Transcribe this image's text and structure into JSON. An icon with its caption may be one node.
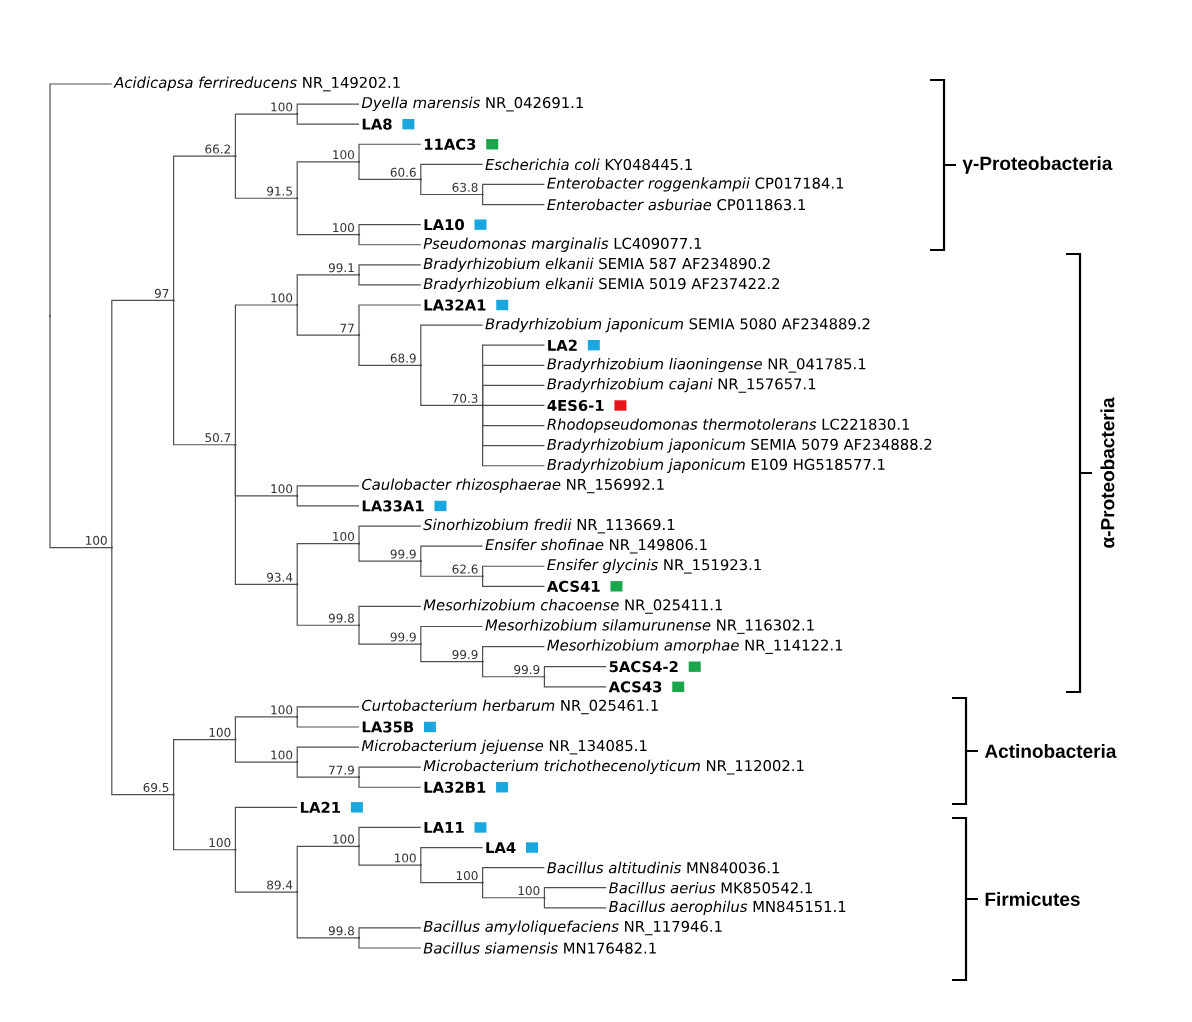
{
  "diagram": {
    "nodes": [
      {
        "text": [],
        "shape": "point"
      },
      {
        "text": [
          "*Acidicapsa ferrireducens* NR_149202.1"
        ]
      },
      {
        "text": [],
        "shape": "point",
        "beside": [
          "100"
        ]
      },
      {
        "text": [],
        "shape": "point",
        "beside": [
          "97"
        ]
      },
      {
        "text": [],
        "shape": "point",
        "beside": [
          "66.2"
        ]
      },
      {
        "text": [],
        "shape": "point",
        "beside": [
          "100"
        ]
      },
      {
        "text": [
          "*Dyella marensis* NR_042691.1"
        ]
      },
      {
        "text": [
          "LA8"
        ]
      },
      {
        "text": [],
        "shape": "point",
        "beside": [
          "91.5"
        ]
      },
      {
        "text": [],
        "shape": "point",
        "beside": [
          "100"
        ]
      },
      {
        "text": [
          "11AC3"
        ]
      },
      {
        "text": [],
        "shape": "point",
        "beside": [
          "60.6"
        ]
      },
      {
        "text": [
          "*Escherichia coli* KY048445.1"
        ]
      },
      {
        "text": [],
        "shape": "point",
        "beside": [
          "63.8"
        ]
      },
      {
        "text": [
          "*Enterobacter roggenkampii* CP017184.1"
        ]
      },
      {
        "text": [
          "*Enterobacter asburiae* CP011863.1"
        ]
      },
      {
        "text": [],
        "shape": "point",
        "beside": [
          "100"
        ]
      },
      {
        "text": [
          "LA10"
        ]
      },
      {
        "text": [
          "*Pseudomonas marginalis* LC409077.1"
        ]
      },
      {
        "text": [],
        "shape": "point",
        "beside": [
          "50.7"
        ]
      },
      {
        "text": [],
        "shape": "point",
        "beside": [
          "100"
        ]
      },
      {
        "text": [],
        "shape": "point",
        "beside": [
          "99.1"
        ]
      },
      {
        "text": [
          "*Bradyrhizobium elkanii* SEMIA 587 AF234890.2"
        ]
      },
      {
        "text": [
          "*Bradyrhizobium elkanii* SEMIA 5019 AF237422.2"
        ]
      },
      {
        "text": [],
        "shape": "point",
        "beside": [
          "77"
        ]
      },
      {
        "text": [
          "LA32A1"
        ]
      },
      {
        "text": [],
        "shape": "point",
        "beside": [
          "68.9"
        ]
      },
      {
        "text": [
          "*Bradyrhizobium japonicum* SEMIA 5080 AF234889.2"
        ]
      },
      {
        "text": [],
        "shape": "point",
        "beside": [
          "70.3"
        ]
      },
      {
        "text": [
          "LA2"
        ]
      },
      {
        "text": [
          "*Bradyrhizobium liaoningense* NR_041785.1"
        ]
      },
      {
        "text": [
          "*Bradyrhizobium cajani* NR_157657.1"
        ]
      },
      {
        "text": [
          "4ES6-1"
        ]
      },
      {
        "text": [
          "*Rhodopseudomonas thermotolerans* LC221830.1"
        ]
      },
      {
        "text": [
          "*Bradyrhizobium japonicum* SEMIA 5079 AF234888.2"
        ]
      },
      {
        "text": [
          "*Bradyrhizobium japonicum* E109 HG518577.1"
        ]
      },
      {
        "text": [],
        "shape": "point",
        "beside": [
          "100"
        ]
      },
      {
        "text": [
          "*Caulobacter rhizosphaerae* NR_156992.1"
        ]
      },
      {
        "text": [
          "LA33A1"
        ]
      },
      {
        "text": [],
        "shape": "point",
        "beside": [
          "93.4"
        ]
      },
      {
        "text": [],
        "shape": "point",
        "beside": [
          "100"
        ]
      },
      {
        "text": [
          "*Sinorhizobium fredii* NR_113669.1"
        ]
      },
      {
        "text": [],
        "shape": "point",
        "beside": [
          "99.9"
        ]
      },
      {
        "text": [
          "*Ensifer shofinae* NR_149806.1"
        ]
      },
      {
        "text": [],
        "shape": "point",
        "beside": [
          "62.6"
        ]
      },
      {
        "text": [
          "*Ensifer glycinis* NR_151923.1"
        ]
      },
      {
        "text": [
          "ACS41"
        ]
      },
      {
        "text": [],
        "shape": "point",
        "beside": [
          "99.8"
        ]
      },
      {
        "text": [
          "*Mesorhizobium chacoense* NR_025411.1"
        ]
      },
      {
        "text": [],
        "shape": "point",
        "beside": [
          "99.9"
        ]
      },
      {
        "text": [
          "*Mesorhizobium silamurunense* NR_116302.1"
        ]
      },
      {
        "text": [],
        "shape": "point",
        "beside": [
          "99.9"
        ]
      },
      {
        "text": [
          "*Mesorhizobium amorphae* NR_114122.1"
        ]
      },
      {
        "text": [],
        "shape": "point",
        "beside": [
          "99.9"
        ]
      },
      {
        "text": [
          "5ACS4-2"
        ]
      },
      {
        "text": [
          "ACS43"
        ]
      },
      {
        "text": [],
        "shape": "point",
        "beside": [
          "69.5"
        ]
      },
      {
        "text": [],
        "shape": "point",
        "beside": [
          "100"
        ]
      },
      {
        "text": [],
        "shape": "point",
        "beside": [
          "100"
        ]
      },
      {
        "text": [
          "*Curtobacterium herbarum* NR_025461.1"
        ]
      },
      {
        "text": [
          "LA35B"
        ]
      },
      {
        "text": [],
        "shape": "point",
        "beside": [
          "100"
        ]
      },
      {
        "text": [
          "*Microbacterium jejuense* NR_134085.1"
        ]
      },
      {
        "text": [],
        "shape": "point",
        "beside": [
          "77.9"
        ]
      },
      {
        "text": [
          "*Microbacterium trichothecenolyticum* NR_112002.1"
        ]
      },
      {
        "text": [
          "LA32B1"
        ]
      },
      {
        "text": [],
        "shape": "point",
        "beside": [
          "100"
        ]
      },
      {
        "text": [
          "LA21"
        ]
      },
      {
        "text": [],
        "shape": "point",
        "beside": [
          "89.4"
        ]
      },
      {
        "text": [],
        "shape": "point",
        "beside": [
          "100"
        ]
      },
      {
        "text": [
          "LA11"
        ]
      },
      {
        "text": [],
        "shape": "point",
        "beside": [
          "100"
        ]
      },
      {
        "text": [
          "LA4"
        ]
      },
      {
        "text": [],
        "shape": "point",
        "beside": [
          "100"
        ]
      },
      {
        "text": [
          "*Bacillus altitudinis* MN840036.1"
        ]
      },
      {
        "text": [],
        "shape": "point",
        "beside": [
          "100"
        ]
      },
      {
        "text": [
          "*Bacillus aerius* MK850542.1"
        ]
      },
      {
        "text": [
          "*Bacillus aerophilus* MN845151.1"
        ]
      },
      {
        "text": [],
        "shape": "point",
        "beside": [
          "99.8"
        ]
      },
      {
        "text": [
          "*Bacillus amyloliquefaciens* NR_117946.1"
        ]
      },
      {
        "text": [
          "*Bacillus siamensis* MN176482.1"
        ]
      }
    ],
    "edges": [
      {
        "from": 0,
        "to": 1,
        "arrow": "none"
      },
      {
        "from": 0,
        "to": 2,
        "arrow": "none"
      },
      {
        "from": 2,
        "to": 3,
        "arrow": "none"
      },
      {
        "from": 2,
        "to": 56,
        "arrow": "none"
      },
      {
        "from": 3,
        "to": 4,
        "arrow": "none"
      },
      {
        "from": 3,
        "to": 19,
        "arrow": "none"
      },
      {
        "from": 4,
        "to": 5,
        "arrow": "none"
      },
      {
        "from": 4,
        "to": 8,
        "arrow": "none"
      },
      {
        "from": 5,
        "to": 6,
        "arrow": "none"
      },
      {
        "from": 5,
        "to": 7,
        "arrow": "none"
      },
      {
        "from": 8,
        "to": 9,
        "arrow": "none"
      },
      {
        "from": 8,
        "to": 16,
        "arrow": "none"
      },
      {
        "from": 9,
        "to": 10,
        "arrow": "none"
      },
      {
        "from": 9,
        "to": 11,
        "arrow": "none"
      },
      {
        "from": 11,
        "to": 12,
        "arrow": "none"
      },
      {
        "from": 11,
        "to": 13,
        "arrow": "none"
      },
      {
        "from": 13,
        "to": 14,
        "arrow": "none"
      },
      {
        "from": 13,
        "to": 15,
        "arrow": "none"
      },
      {
        "from": 16,
        "to": 17,
        "arrow": "none"
      },
      {
        "from": 16,
        "to": 18,
        "arrow": "none"
      },
      {
        "from": 19,
        "to": 20,
        "arrow": "none"
      },
      {
        "from": 19,
        "to": 36,
        "arrow": "none"
      },
      {
        "from": 19,
        "to": 39,
        "arrow": "none"
      },
      {
        "from": 20,
        "to": 21,
        "arrow": "none"
      },
      {
        "from": 20,
        "to": 24,
        "arrow": "none"
      },
      {
        "from": 21,
        "to": 22,
        "arrow": "none"
      },
      {
        "from": 21,
        "to": 23,
        "arrow": "none"
      },
      {
        "from": 24,
        "to": 25,
        "arrow": "none"
      },
      {
        "from": 24,
        "to": 26,
        "arrow": "none"
      },
      {
        "from": 26,
        "to": 27,
        "arrow": "none"
      },
      {
        "from": 26,
        "to": 28,
        "arrow": "none"
      },
      {
        "from": 28,
        "to": 29,
        "arrow": "none"
      },
      {
        "from": 28,
        "to": 30,
        "arrow": "none"
      },
      {
        "from": 28,
        "to": 31,
        "arrow": "none"
      },
      {
        "from": 28,
        "to": 32,
        "arrow": "none"
      },
      {
        "from": 28,
        "to": 33,
        "arrow": "none"
      },
      {
        "from": 28,
        "to": 34,
        "arrow": "none"
      },
      {
        "from": 28,
        "to": 35,
        "arrow": "none"
      },
      {
        "from": 36,
        "to": 37,
        "arrow": "none"
      },
      {
        "from": 36,
        "to": 38,
        "arrow": "none"
      },
      {
        "from": 39,
        "to": 40,
        "arrow": "none"
      },
      {
        "from": 39,
        "to": 47,
        "arrow": "none"
      },
      {
        "from": 40,
        "to": 41,
        "arrow": "none"
      },
      {
        "from": 40,
        "to": 42,
        "arrow": "none"
      },
      {
        "from": 42,
        "to": 43,
        "arrow": "none"
      },
      {
        "from": 42,
        "to": 44,
        "arrow": "none"
      },
      {
        "from": 44,
        "to": 45,
        "arrow": "none"
      },
      {
        "from": 44,
        "to": 46,
        "arrow": "none"
      },
      {
        "from": 47,
        "to": 48,
        "arrow": "none"
      },
      {
        "from": 47,
        "to": 49,
        "arrow": "none"
      },
      {
        "from": 49,
        "to": 50,
        "arrow": "none"
      },
      {
        "from": 49,
        "to": 51,
        "arrow": "none"
      },
      {
        "from": 51,
        "to": 52,
        "arrow": "none"
      },
      {
        "from": 51,
        "to": 53,
        "arrow": "none"
      },
      {
        "from": 53,
        "to": 54,
        "arrow": "none"
      },
      {
        "from": 53,
        "to": 55,
        "arrow": "none"
      },
      {
        "from": 56,
        "to": 57,
        "arrow": "none"
      },
      {
        "from": 56,
        "to": 66,
        "arrow": "none"
      },
      {
        "from": 57,
        "to": 58,
        "arrow": "none"
      },
      {
        "from": 57,
        "to": 61,
        "arrow": "none"
      },
      {
        "from": 58,
        "to": 59,
        "arrow": "none"
      },
      {
        "from": 58,
        "to": 60,
        "arrow": "none"
      },
      {
        "from": 61,
        "to": 62,
        "arrow": "none"
      },
      {
        "from": 61,
        "to": 63,
        "arrow": "none"
      },
      {
        "from": 63,
        "to": 64,
        "arrow": "none"
      },
      {
        "from": 63,
        "to": 65,
        "arrow": "none"
      },
      {
        "from": 66,
        "to": 67,
        "arrow": "none"
      },
      {
        "from": 66,
        "to": 68,
        "arrow": "none"
      },
      {
        "from": 68,
        "to": 69,
        "arrow": "none"
      },
      {
        "from": 68,
        "to": 78,
        "arrow": "none"
      },
      {
        "from": 69,
        "to": 70,
        "arrow": "none"
      },
      {
        "from": 69,
        "to": 71,
        "arrow": "none"
      },
      {
        "from": 71,
        "to": 72,
        "arrow": "none"
      },
      {
        "from": 71,
        "to": 73,
        "arrow": "none"
      },
      {
        "from": 73,
        "to": 74,
        "arrow": "none"
      },
      {
        "from": 73,
        "to": 75,
        "arrow": "none"
      },
      {
        "from": 75,
        "to": 76,
        "arrow": "none"
      },
      {
        "from": 75,
        "to": 77,
        "arrow": "none"
      },
      {
        "from": 78,
        "to": 79,
        "arrow": "none"
      },
      {
        "from": 78,
        "to": 80,
        "arrow": "none"
      }
    ],
    "labels": [
      "γ-Proteobacteria",
      "α-Proteobacteria",
      "Actinobacteria",
      "Firmicutes"
    ]
  }
}
